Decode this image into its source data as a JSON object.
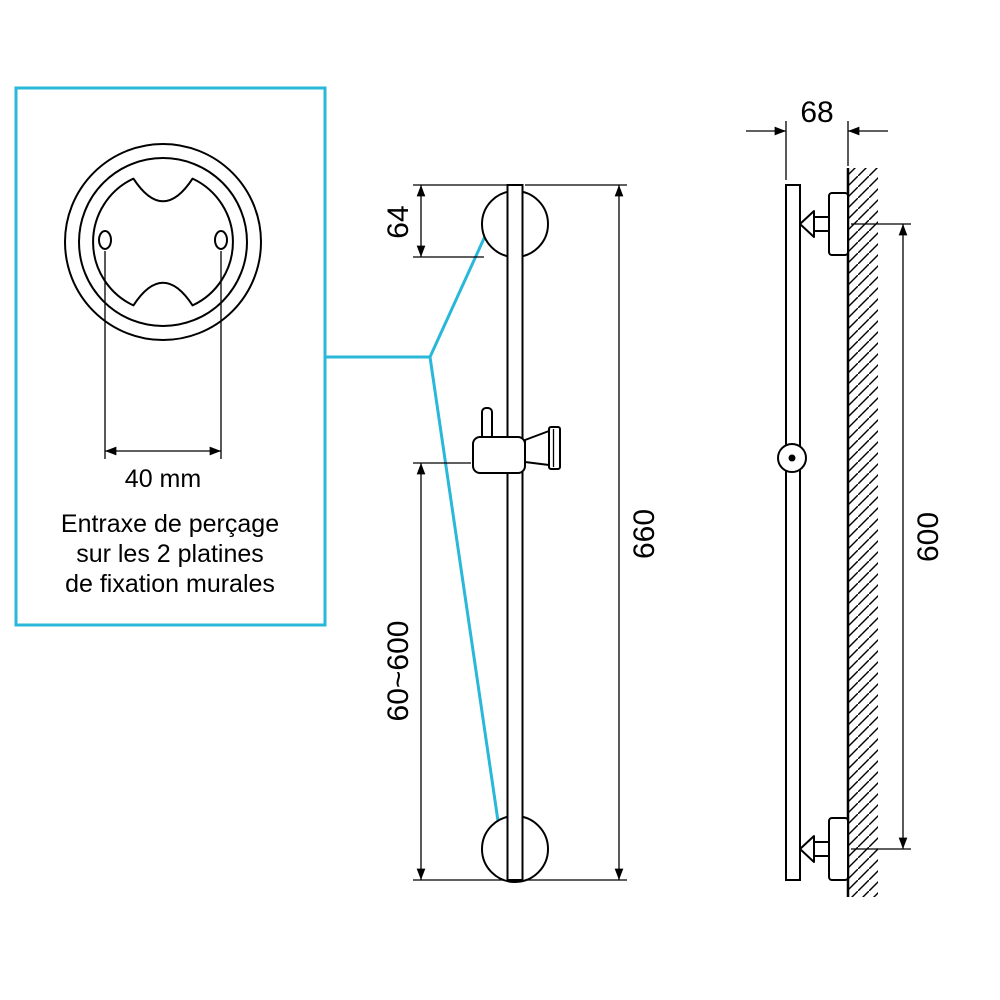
{
  "colors": {
    "accent": "#29b7da",
    "ink": "#000000"
  },
  "detail_panel": {
    "dim_hole_spacing": "40 mm",
    "caption_line1": "Entraxe de perçage",
    "caption_line2": "sur les 2 platines",
    "caption_line3": "de fixation murales"
  },
  "front_view": {
    "dim_plate_height": "64",
    "dim_total_length": "660",
    "dim_adjust_range": "60~600"
  },
  "side_view": {
    "dim_wall_offset": "68",
    "dim_fixing_distance": "600"
  }
}
